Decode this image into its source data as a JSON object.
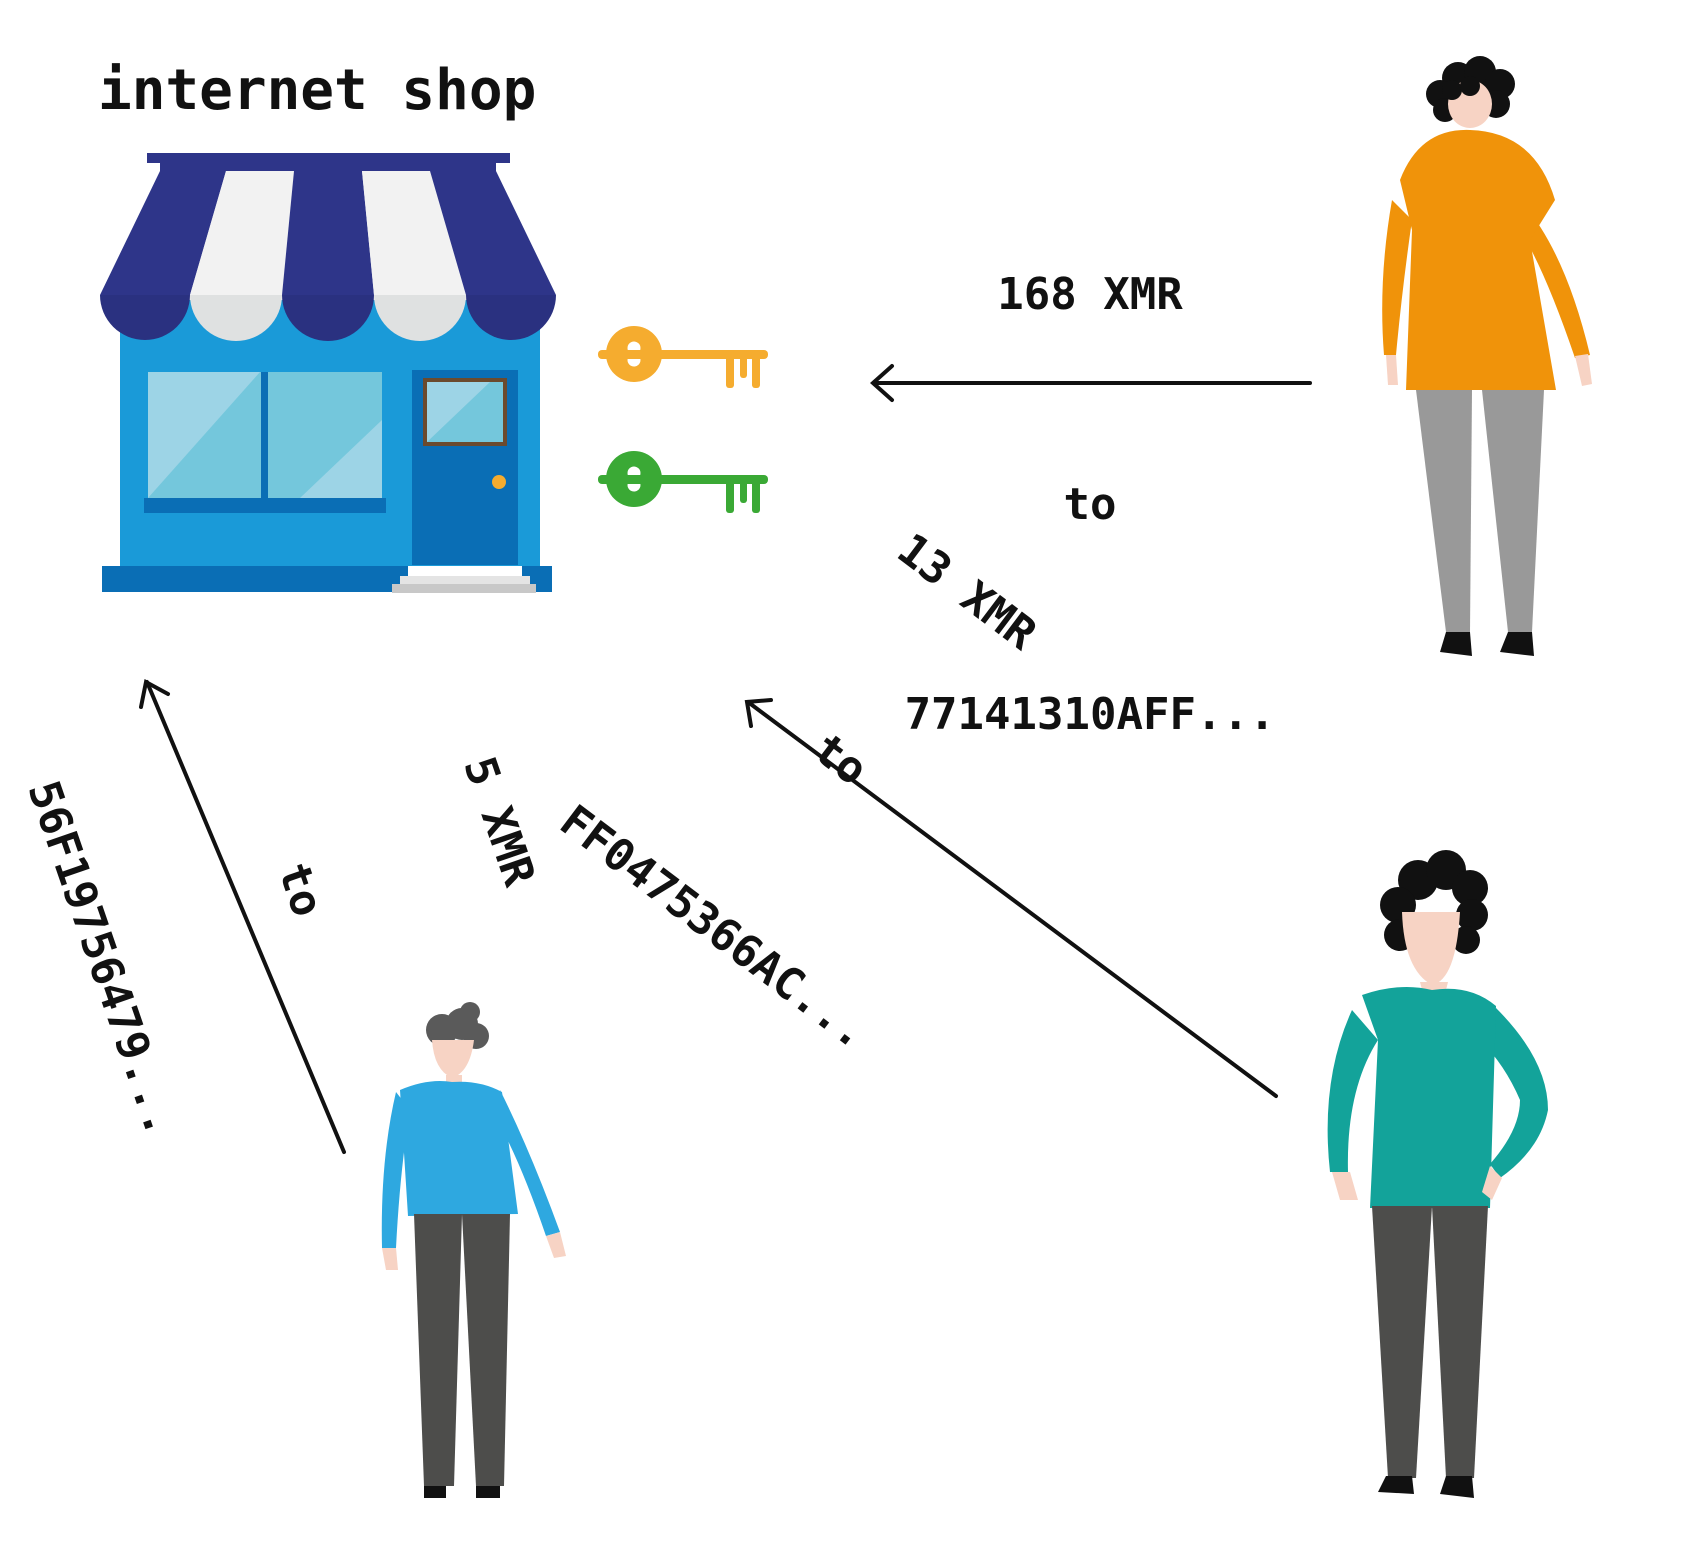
{
  "shop": {
    "title": "internet shop"
  },
  "payments": [
    {
      "amount": "168 XMR",
      "to": "to",
      "address": "77141310AFF..."
    },
    {
      "amount": "13 XMR",
      "to": "to",
      "address": "FF0475366AC..."
    },
    {
      "amount": "5 XMR",
      "to": "to",
      "address": "56F19756479..."
    }
  ],
  "colors": {
    "awning_dark": "#2e3589",
    "awning_light": "#f2f2f2",
    "shop_wall": "#1a9ad8",
    "window": "#9dd4e6",
    "door": "#0a6eb5",
    "key_orange": "#f5ac2f",
    "key_green": "#3aa935",
    "person_orange_shirt": "#f0930a",
    "person_teal_shirt": "#13a39a",
    "person_blue_shirt": "#2ea8e0",
    "pants_gray": "#999999",
    "pants_dark": "#4d4d4b",
    "skin": "#f7d3c4",
    "arrow": "#111111"
  }
}
